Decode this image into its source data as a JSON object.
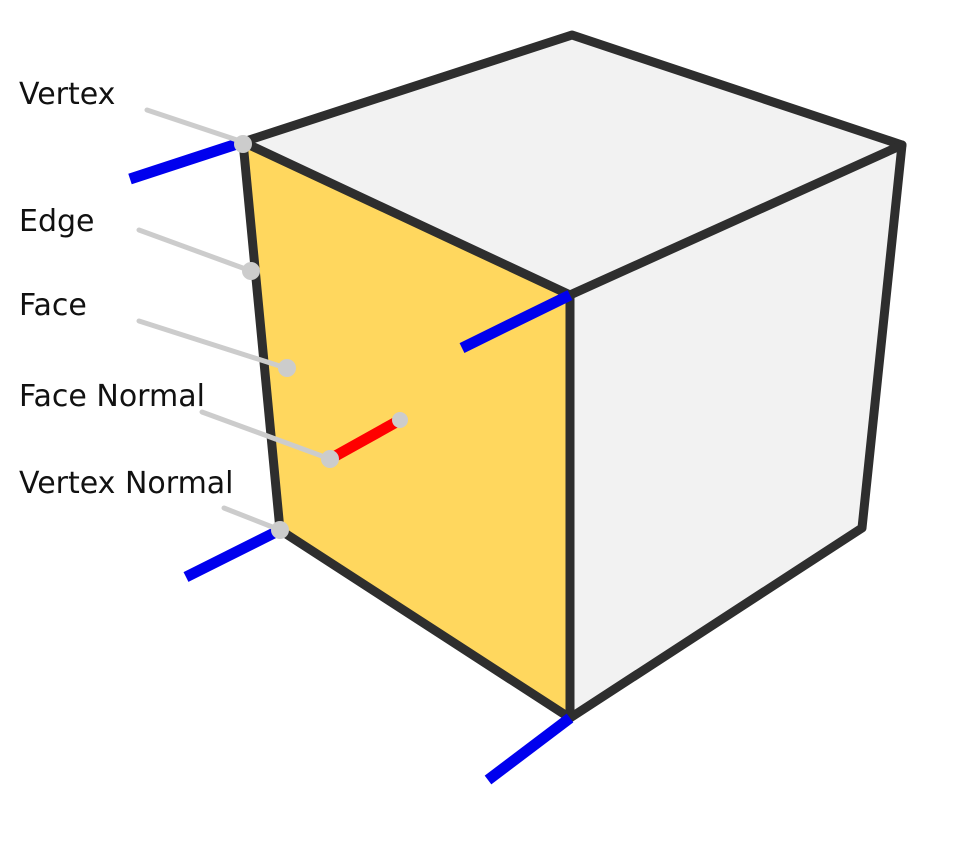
{
  "labels": {
    "vertex": "Vertex",
    "edge": "Edge",
    "face": "Face",
    "face_normal": "Face Normal",
    "vertex_normal": "Vertex Normal"
  },
  "colors": {
    "front_face": "#FFD75E",
    "side_faces": "#F2F2F2",
    "cube_outline": "#2E2E2E",
    "vertex_normal": "#0000EE",
    "face_normal": "#FF0000",
    "leader_line": "#CCCCCC",
    "text": "#111111"
  }
}
